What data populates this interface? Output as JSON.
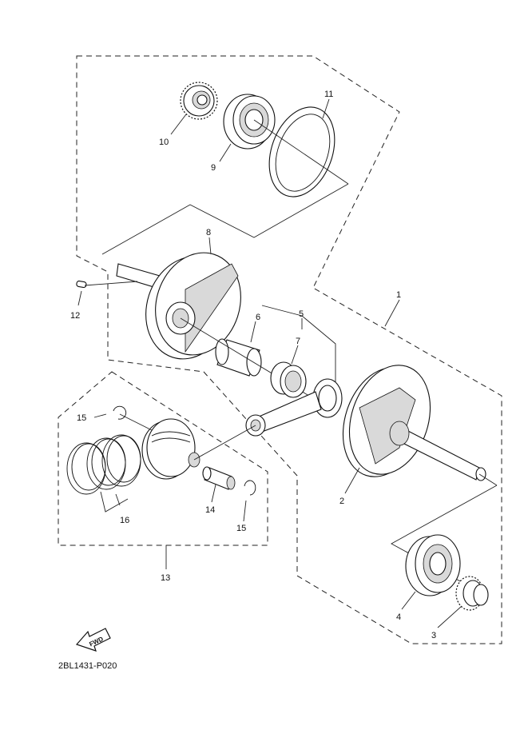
{
  "diagram": {
    "code": "2BL1431-P020",
    "fwd_label": "FWD",
    "callouts": {
      "c1": "1",
      "c2": "2",
      "c3": "3",
      "c4": "4",
      "c5": "5",
      "c6": "6",
      "c7": "7",
      "c8": "8",
      "c9": "9",
      "c10": "10",
      "c11": "11",
      "c12": "12",
      "c13": "13",
      "c14": "14",
      "c15a": "15",
      "c15b": "15",
      "c16": "16"
    }
  }
}
